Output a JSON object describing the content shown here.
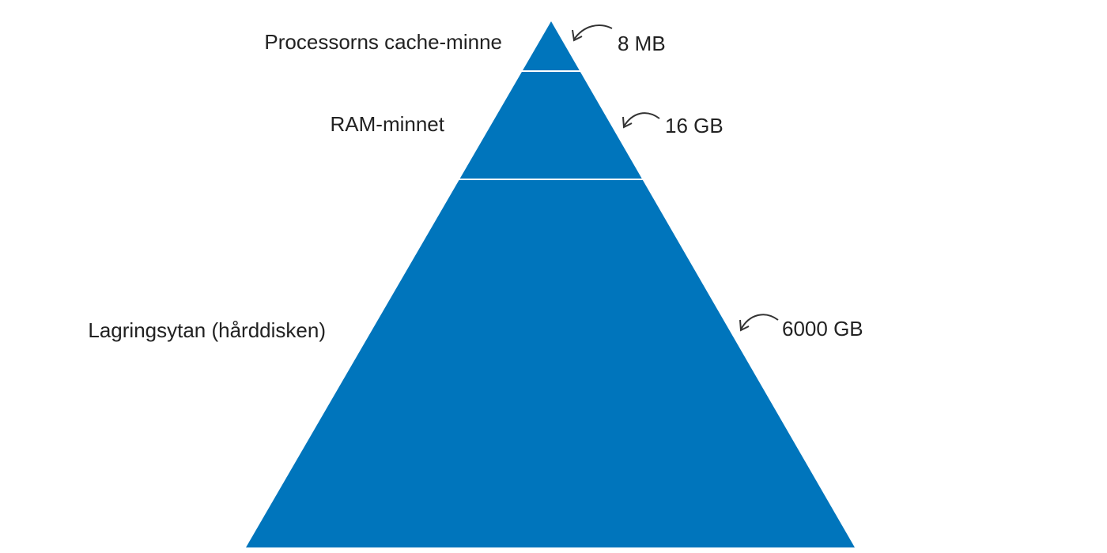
{
  "colors": {
    "pyramid_fill": "#0075BC",
    "divider": "#FFFFFF",
    "text": "#222222",
    "arrow": "#333333"
  },
  "tiers": [
    {
      "label": "Processorns cache-minne",
      "size": "8 MB"
    },
    {
      "label": "RAM-minnet",
      "size": "16 GB"
    },
    {
      "label": "Lagringsytan (hårddisken)",
      "size": "6000 GB"
    }
  ]
}
